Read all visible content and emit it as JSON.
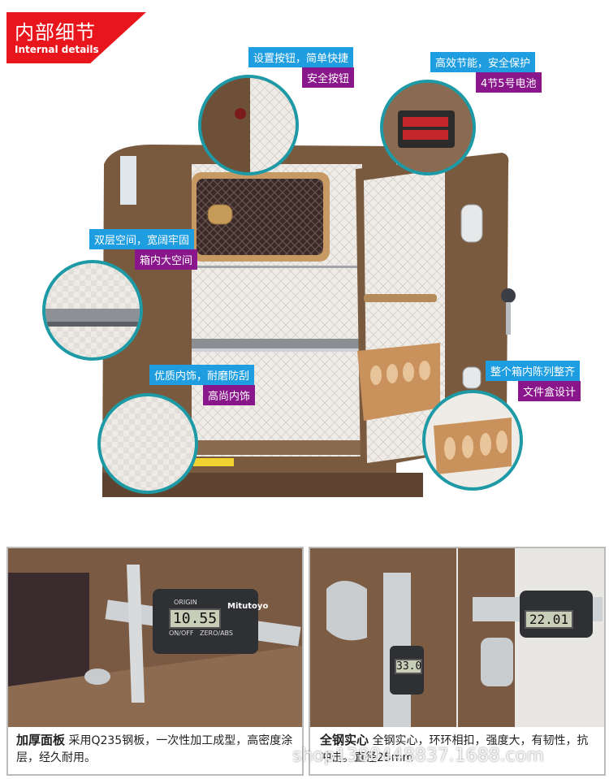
{
  "header": {
    "title": "内部细节",
    "subtitle": "Internal details"
  },
  "callouts": [
    {
      "blue": "设置按钮，简单快捷",
      "purple": "安全按钮"
    },
    {
      "blue": "高效节能，安全保护",
      "purple": "4节5号电池"
    },
    {
      "blue": "双层空间，宽阔牢固",
      "purple": "箱内大空间"
    },
    {
      "blue": "优质内饰，耐磨防刮",
      "purple": "高尚内饰"
    },
    {
      "blue": "整个箱内陈列整齐",
      "purple": "文件盒设计"
    }
  ],
  "caliper": {
    "left_reading": "10.55",
    "left_brand": "Mitutoyo",
    "left_origin": "ORIGIN",
    "left_btn1": "ON/OFF",
    "left_btn2": "ZERO/ABS",
    "mid_reading": "33.0",
    "right_reading": "22.01"
  },
  "panels": {
    "left": {
      "bold": "加厚面板",
      "text": "采用Q235钢板，一次性加工成型，高密度涂层，经久耐用。"
    },
    "right": {
      "bold": "全钢实心",
      "text": "全钢实心，环环相扣，强度大，有韧性，抗冲击。直径25mm"
    }
  },
  "watermark": "shop1380448837.1688.com",
  "colors": {
    "accent_red": "#e8161c",
    "tag_blue": "#1e9ee0",
    "tag_purple": "#8a168c",
    "ring": "#1d9aa5",
    "safe_brown": "#7a5a3f"
  }
}
